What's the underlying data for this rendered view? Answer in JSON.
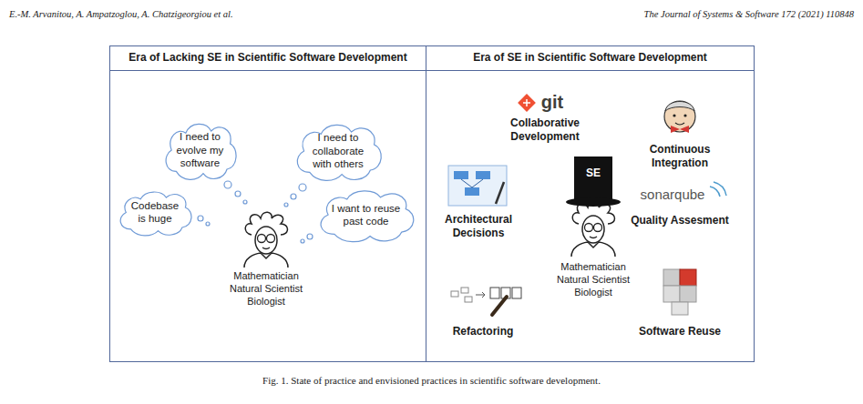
{
  "diagram": {
    "caption": "Fig. 1. State of practice and envisioned practices in scientific software development.",
    "nodes": [
      {
        "text": [
          "Era of Lacking SE in Scientific Software Development"
        ]
      },
      {
        "text": [
          "Era of SE in Scientific Software Development"
        ]
      },
      {
        "text": [
          "I need to evolve my software"
        ],
        "in": 0
      },
      {
        "text": [
          "I need to collaborate with others"
        ],
        "in": 0
      },
      {
        "text": [
          "Codebase is huge"
        ],
        "in": 0
      },
      {
        "text": [
          "I want to reuse past code"
        ],
        "in": 0
      }
    ],
    "labels": [
      "E.-M. Arvanitou, A. Ampatzoglou, A. Chatzigeorgiou et al.",
      "The Journal of Systems & Software 172 (2021) 110848",
      "Mathematician Natural Scientist Biologist",
      "git",
      "Collaborative Development",
      "Continuous Integration",
      "Architectural Decisions",
      "SE",
      "sonarqube",
      "Quality Assesment",
      "Mathematician Natural Scientist Biologist",
      "Refactoring",
      "Software Reuse"
    ]
  }
}
